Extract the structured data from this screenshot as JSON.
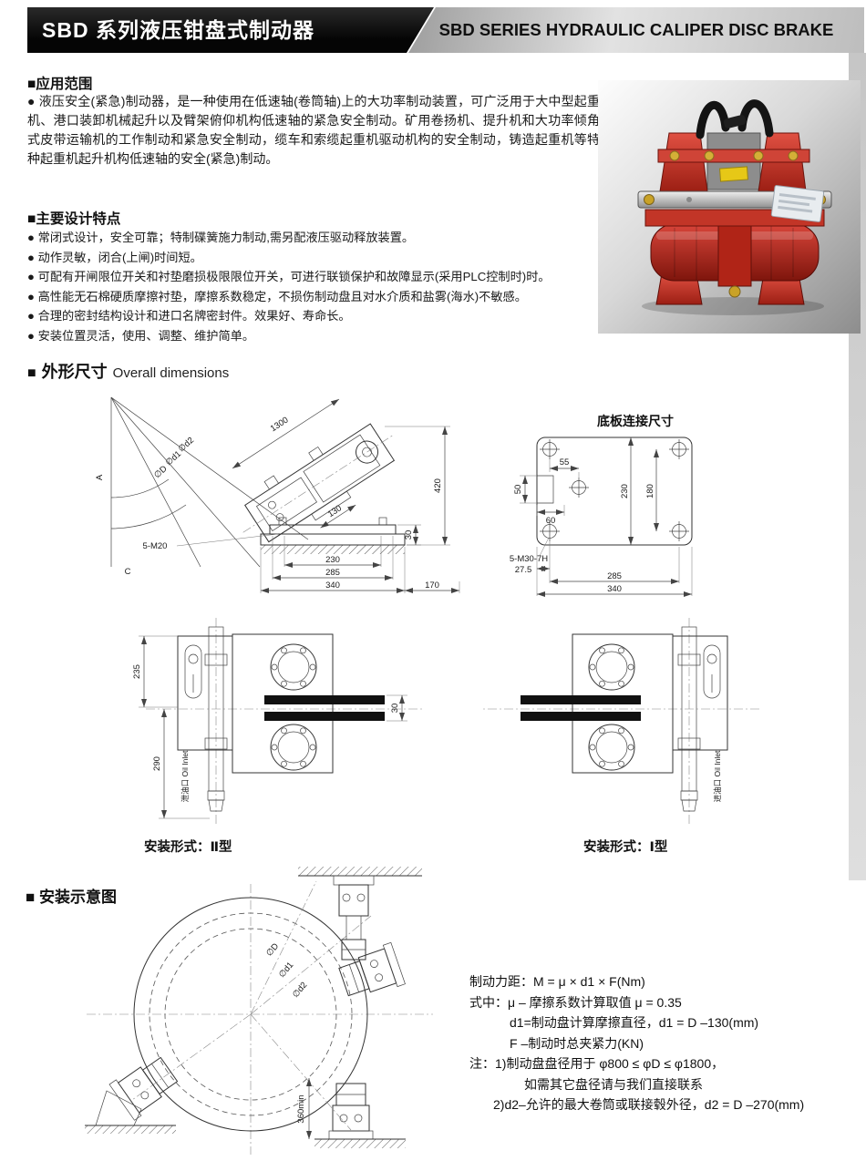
{
  "header": {
    "title_cn": "SBD 系列液压钳盘式制动器",
    "title_en": "SBD SERIES HYDRAULIC CALIPER DISC BRAKE"
  },
  "application": {
    "heading": "■应用范围",
    "body": "● 液压安全(紧急)制动器，是一种使用在低速轴(卷筒轴)上的大功率制动装置，可广泛用于大中型起重机、港口装卸机械起升以及臂架俯仰机构低速轴的紧急安全制动。矿用卷扬机、提升机和大功率倾角式皮带运输机的工作制动和紧急安全制动，缆车和索缆起重机驱动机构的安全制动，铸造起重机等特种起重机起升机构低速轴的安全(紧急)制动。"
  },
  "features": {
    "heading": "■主要设计特点",
    "items": [
      "● 常闭式设计，安全可靠；特制碟簧施力制动,需另配液压驱动释放装置。",
      "● 动作灵敏，闭合(上闸)时间短。",
      "● 可配有开闸限位开关和衬垫磨损极限限位开关，可进行联锁保护和故障显示(采用PLC控制时)时。",
      "● 高性能无石棉硬质摩擦衬垫，摩擦系数稳定，不损伤制动盘且对水介质和盐雾(海水)不敏感。",
      "● 合理的密封结构设计和进口名牌密封件。效果好、寿命长。",
      "● 安装位置灵活，使用、调整、维护简单。"
    ]
  },
  "overall_dimensions": {
    "marker": "■",
    "heading_cn": "外形尺寸",
    "heading_en": "Overall dimensions",
    "side_view": {
      "label_a": "A",
      "label_c": "C",
      "dia_d": "∅D",
      "dia_d1": "∅d1",
      "dia_d2": "∅d2",
      "dim_1300": "1300",
      "dim_420": "420",
      "dim_130": "130",
      "dim_30": "30",
      "thread": "5-M20",
      "dim_230": "230",
      "dim_285": "285",
      "dim_340": "340",
      "dim_170": "170"
    },
    "base_plate": {
      "title": "底板连接尺寸",
      "dim_55": "55",
      "dim_50": "50",
      "dim_60": "60",
      "dim_230": "230",
      "dim_180": "180",
      "thread": "5-M30-7H",
      "dim_27_5": "27.5",
      "dim_285": "285",
      "dim_340": "340"
    },
    "mount_type2": {
      "caption": "安装形式：Ⅱ型",
      "dim_235": "235",
      "dim_290": "290",
      "dim_30": "30",
      "oil_port": "泄油口 Oil Inlet"
    },
    "mount_type1": {
      "caption": "安装形式：Ⅰ型",
      "oil_port": "进油口 Oil Inlet"
    }
  },
  "installation": {
    "heading": "■ 安装示意图",
    "dia_d": "∅D",
    "dia_d1": "∅d1",
    "dia_d2": "∅d2",
    "min_clearance": "360min",
    "notes": [
      "制动力距：M = μ × d1 × F(Nm)",
      "式中：μ – 摩擦系数计算取值 μ = 0.35",
      "d1=制动盘计算摩擦直径，d1 = D –130(mm)",
      "F –制动时总夹紧力(KN)",
      "注：1)制动盘盘径用于 φ800 ≤ φD ≤ φ1800，",
      "如需其它盘径请与我们直接联系",
      "2)d2–允许的最大卷筒或联接毂外径，d2 = D –270(mm)"
    ]
  }
}
